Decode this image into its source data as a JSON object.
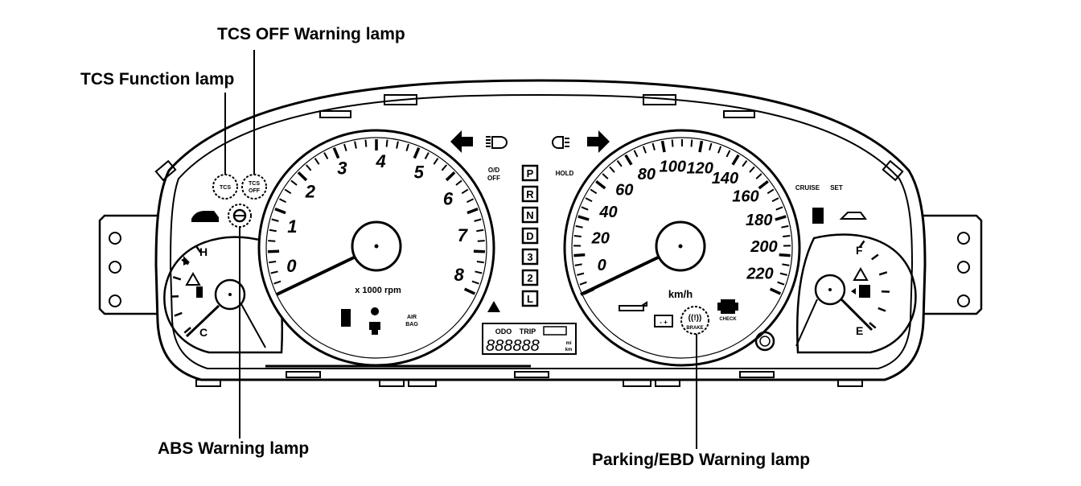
{
  "callouts": {
    "tcs_off": "TCS OFF Warning lamp",
    "tcs_function": "TCS Function lamp",
    "abs": "ABS Warning lamp",
    "parking_ebd": "Parking/EBD Warning lamp"
  },
  "tachometer": {
    "numbers": [
      "0",
      "1",
      "2",
      "3",
      "4",
      "5",
      "6",
      "7",
      "8"
    ],
    "unit": "x 1000 rpm"
  },
  "speedometer": {
    "numbers": [
      "0",
      "20",
      "40",
      "60",
      "80",
      "100",
      "120",
      "140",
      "160",
      "180",
      "200",
      "220"
    ],
    "unit": "km/h"
  },
  "temp_gauge": {
    "hot": "H",
    "cold": "C"
  },
  "fuel_gauge": {
    "full": "F",
    "empty": "E"
  },
  "gear_indicator": [
    "P",
    "R",
    "N",
    "D",
    "3",
    "2",
    "L"
  ],
  "lamp_labels": {
    "tcs": "TCS",
    "tcs_off_line1": "TCS",
    "tcs_off_line2": "OFF",
    "od_off_line1": "O/D",
    "od_off_line2": "OFF",
    "hold": "HOLD",
    "cruise": "CRUISE",
    "set": "SET",
    "air_bag_line1": "AIR",
    "air_bag_line2": "BAG",
    "brake": "BRAKE",
    "check": "CHECK"
  },
  "odometer": {
    "odo": "ODO",
    "trip": "TRIP",
    "digits": "888888",
    "unit_line1": "mi",
    "unit_line2": "km"
  }
}
